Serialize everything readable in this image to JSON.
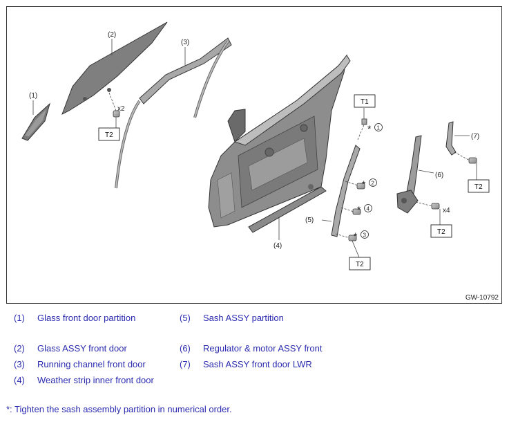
{
  "figure": {
    "id": "GW-10792",
    "callouts": [
      "(1)",
      "(2)",
      "(3)",
      "(4)",
      "(5)",
      "(6)",
      "(7)"
    ],
    "torque_labels": [
      "T1",
      "T2"
    ],
    "quantities": [
      "x2",
      "x4"
    ],
    "sequence_marks": [
      "*1",
      "*2",
      "*3",
      "*4"
    ]
  },
  "legend": {
    "left": [
      {
        "num": "(1)",
        "text": "Glass front door partition"
      },
      {
        "num": "(2)",
        "text": "Glass ASSY front door"
      },
      {
        "num": "(3)",
        "text": "Running channel front door"
      },
      {
        "num": "(4)",
        "text": "Weather strip inner front door"
      }
    ],
    "right": [
      {
        "num": "(5)",
        "text": "Sash ASSY partition"
      },
      {
        "num": "(6)",
        "text": "Regulator & motor ASSY front"
      },
      {
        "num": "(7)",
        "text": "Sash ASSY front door LWR"
      }
    ]
  },
  "note": "*: Tighten the sash assembly partition in numerical order."
}
